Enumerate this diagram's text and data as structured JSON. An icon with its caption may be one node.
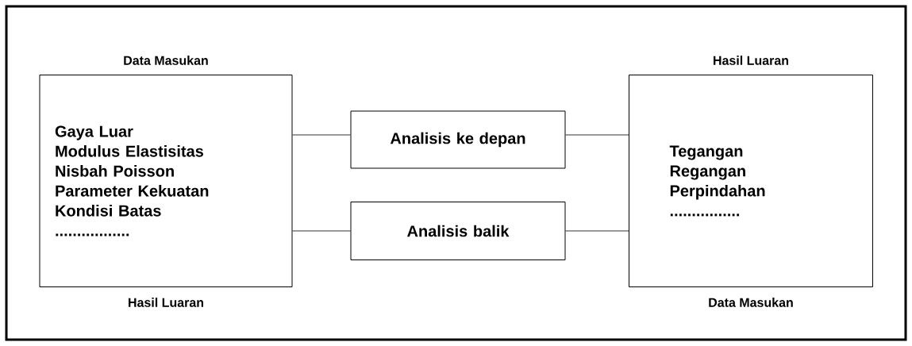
{
  "diagram": {
    "nodes": [
      {
        "text": [
          "Gaya Luar",
          "Modulus Elastisitas",
          "Nisbah Poisson",
          "Parameter Kekuatan",
          "Kondisi Batas",
          "................."
        ],
        "beside": [
          "Data Masukan",
          "Hasil Luaran"
        ]
      },
      {
        "text": [
          "Analisis ke depan"
        ]
      },
      {
        "text": [
          "Analisis balik"
        ]
      },
      {
        "text": [
          "Tegangan",
          "Regangan",
          "Perpindahan",
          "................"
        ],
        "beside": [
          "Hasil Luaran",
          "Data Masukan"
        ]
      }
    ],
    "edges": [
      {
        "from": 0,
        "to": 1,
        "arrow": "none"
      },
      {
        "from": 1,
        "to": 3,
        "arrow": "none"
      },
      {
        "from": 0,
        "to": 2,
        "arrow": "none"
      },
      {
        "from": 2,
        "to": 3,
        "arrow": "none"
      }
    ]
  }
}
